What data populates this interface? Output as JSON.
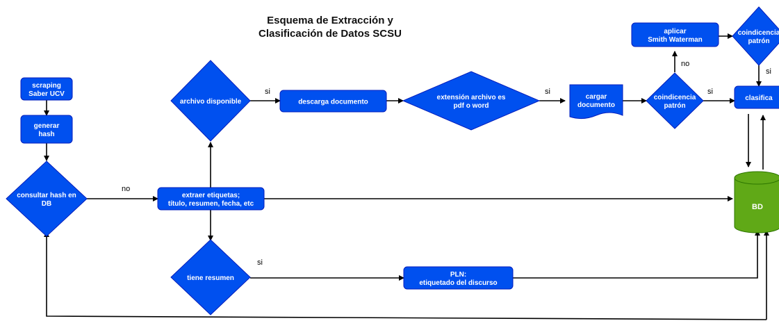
{
  "title": {
    "line1": "Esquema de Extracción y",
    "line2": "Clasificación de Datos SCSU"
  },
  "nodes": {
    "scraping": [
      "scraping",
      "Saber UCV"
    ],
    "generar_hash": [
      "generar",
      "hash"
    ],
    "consultar_hash": [
      "consultar hash en",
      "DB"
    ],
    "extraer": [
      "extraer etiquetas;",
      "título, resumen, fecha, etc"
    ],
    "archivo_disponible": [
      "archivo disponible"
    ],
    "descarga": [
      "descarga documento"
    ],
    "extension": [
      "extensión archivo es",
      "pdf o word"
    ],
    "cargar": [
      "cargar",
      "documento"
    ],
    "coincidencia1": [
      "coindicencia",
      "patrón"
    ],
    "aplicar": [
      "aplicar",
      "Smith Waterman"
    ],
    "coincidencia2": [
      "coindicencia",
      "patrón"
    ],
    "clasifica": [
      "clasifica"
    ],
    "bd": [
      "BD"
    ],
    "tiene_resumen": [
      "tiene resumen"
    ],
    "pln": [
      "PLN:",
      "etiquetado del discurso"
    ]
  },
  "edge_labels": {
    "no_hash": "no",
    "si_archivo": "si",
    "si_extension": "si",
    "si_coincidencia1": "si",
    "no_coincidencia1": "no",
    "si_coincidencia2": "si",
    "si_resumen": "si"
  },
  "colors": {
    "node_fill": "#0050ef",
    "node_stroke": "#001dbc",
    "db_fill": "#60a917",
    "db_stroke": "#2d7600",
    "edge": "#000000"
  }
}
